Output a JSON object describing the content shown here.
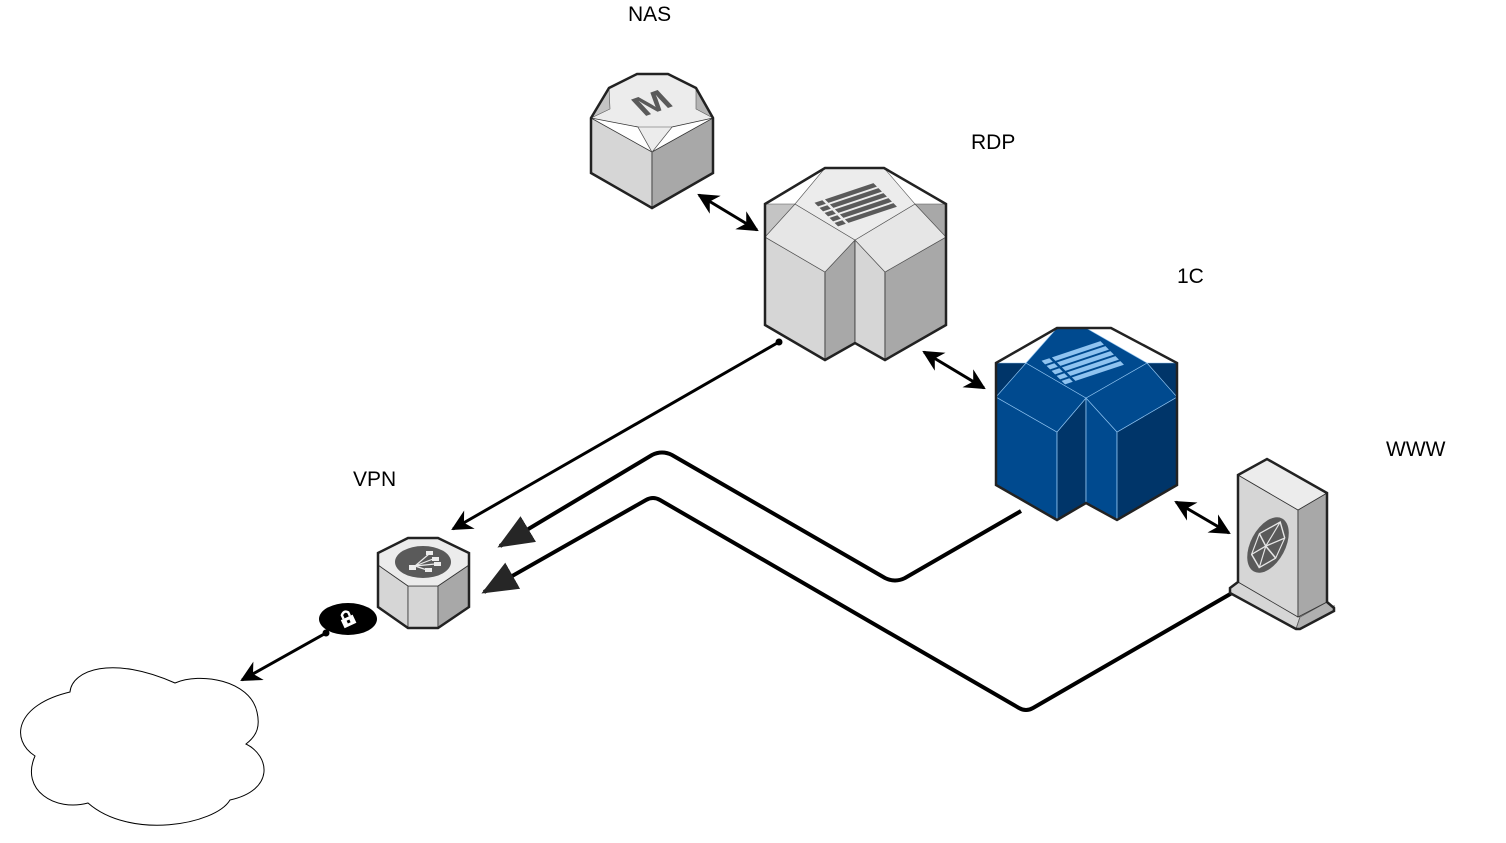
{
  "diagram": {
    "type": "isometric network diagram",
    "nodes": [
      {
        "id": "nas",
        "label": "NAS",
        "icon": "nas-storage-icon",
        "color": "#d9d9d9"
      },
      {
        "id": "rdp",
        "label": "RDP",
        "icon": "server-cluster-icon",
        "color": "#d9d9d9"
      },
      {
        "id": "1c",
        "label": "1C",
        "icon": "server-cluster-icon",
        "color": "#004a8f",
        "accent": "#8fc3f0"
      },
      {
        "id": "www",
        "label": "WWW",
        "icon": "web-server-globe-icon",
        "color": "#d9d9d9"
      },
      {
        "id": "vpn",
        "label": "VPN",
        "icon": "vpn-gateway-icon",
        "color": "#d9d9d9"
      },
      {
        "id": "internet",
        "label": "",
        "icon": "cloud-icon",
        "color": "#ffffff"
      },
      {
        "id": "lock",
        "label": "",
        "icon": "lock-icon",
        "color": "#000000"
      }
    ],
    "edges": [
      {
        "from": "nas",
        "to": "rdp",
        "style": "bidirectional"
      },
      {
        "from": "rdp",
        "to": "1c",
        "style": "bidirectional"
      },
      {
        "from": "1c",
        "to": "www",
        "style": "bidirectional"
      },
      {
        "from": "rdp",
        "to": "vpn",
        "style": "directed"
      },
      {
        "from": "1c",
        "to": "vpn",
        "style": "directed"
      },
      {
        "from": "www",
        "to": "vpn",
        "style": "directed"
      },
      {
        "from": "lock",
        "to": "internet",
        "style": "directed"
      }
    ]
  },
  "labels": {
    "nas": "NAS",
    "rdp": "RDP",
    "onec": "1C",
    "www": "WWW",
    "vpn": "VPN"
  },
  "colors": {
    "line": "#000000",
    "light_top": "#ececec",
    "light_left": "#d6d6d6",
    "light_right": "#a8a8a8",
    "icon_gray": "#5a5a5a",
    "blue_top": "#004a8f",
    "blue_dark": "#003569",
    "blue_icon": "#8fc3f0"
  }
}
